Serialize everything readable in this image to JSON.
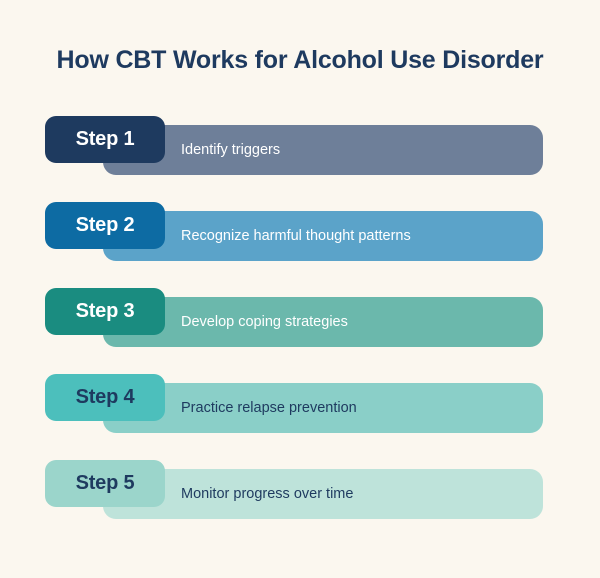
{
  "page": {
    "background_color": "#FBF7EF",
    "title": "How CBT Works for Alcohol Use Disorder",
    "title_color": "#1E3A5F"
  },
  "steps": [
    {
      "badge_label": "Step 1",
      "description": "Identify triggers",
      "badge_color": "#1E3A5F",
      "bar_color": "#6E7F99",
      "badge_text_color": "#FFFFFF",
      "desc_text_color": "#FFFFFF"
    },
    {
      "badge_label": "Step 2",
      "description": "Recognize harmful thought patterns",
      "badge_color": "#0D6BA3",
      "bar_color": "#5BA3C9",
      "badge_text_color": "#FFFFFF",
      "desc_text_color": "#FFFFFF"
    },
    {
      "badge_label": "Step 3",
      "description": "Develop coping strategies",
      "badge_color": "#1A8C80",
      "bar_color": "#6BB8AC",
      "badge_text_color": "#FFFFFF",
      "desc_text_color": "#FFFFFF"
    },
    {
      "badge_label": "Step 4",
      "description": "Practice relapse prevention",
      "badge_color": "#4CBFBC",
      "bar_color": "#8ACFC8",
      "badge_text_color": "#1E3A5F",
      "desc_text_color": "#1E3A5F"
    },
    {
      "badge_label": "Step 5",
      "description": "Monitor progress over time",
      "badge_color": "#9BD5CB",
      "bar_color": "#BEE3DA",
      "badge_text_color": "#1E3A5F",
      "desc_text_color": "#1E3A5F"
    }
  ]
}
